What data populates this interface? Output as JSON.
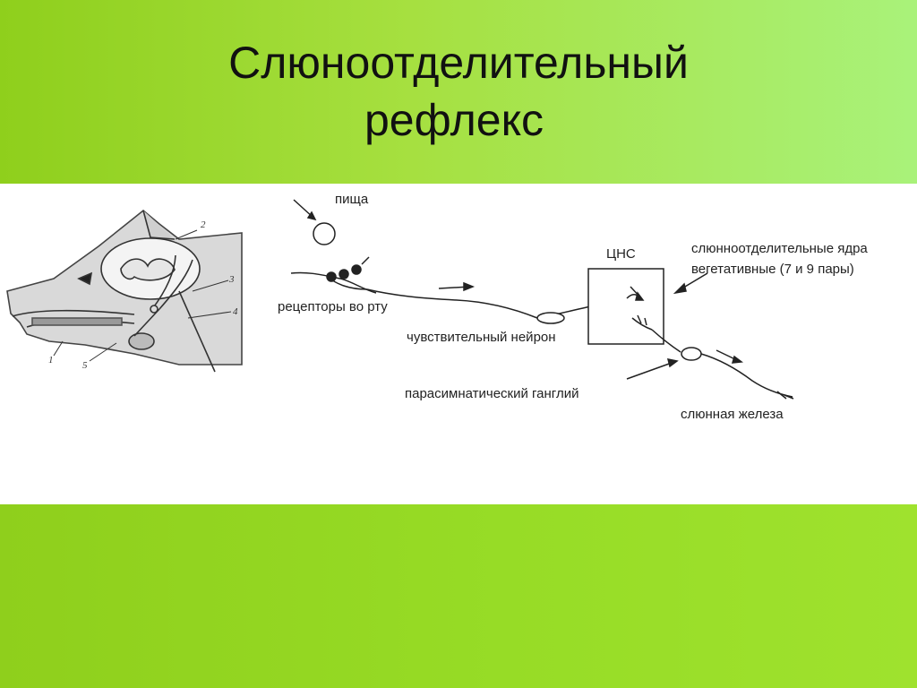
{
  "title": {
    "line1": "Слюноотделительный",
    "line2": "рефлекс"
  },
  "diagram": {
    "labels": {
      "food": "пища",
      "receptors": "рецепторы во рту",
      "sensory_neuron": "чувствительный нейрон",
      "cns": "ЦНС",
      "nuclei_line1": "слюнноотделительные ядра",
      "nuclei_line2": "вегетативные (7 и 9 пары)",
      "ganglion": "парасимнатический ганглий",
      "gland": "слюнная железа"
    },
    "dog_numbers": [
      "1",
      "2",
      "3",
      "4",
      "5"
    ]
  },
  "colors": {
    "top_band": "#a6e040",
    "bottom_band": "#97dc26",
    "panel": "#ffffff"
  }
}
